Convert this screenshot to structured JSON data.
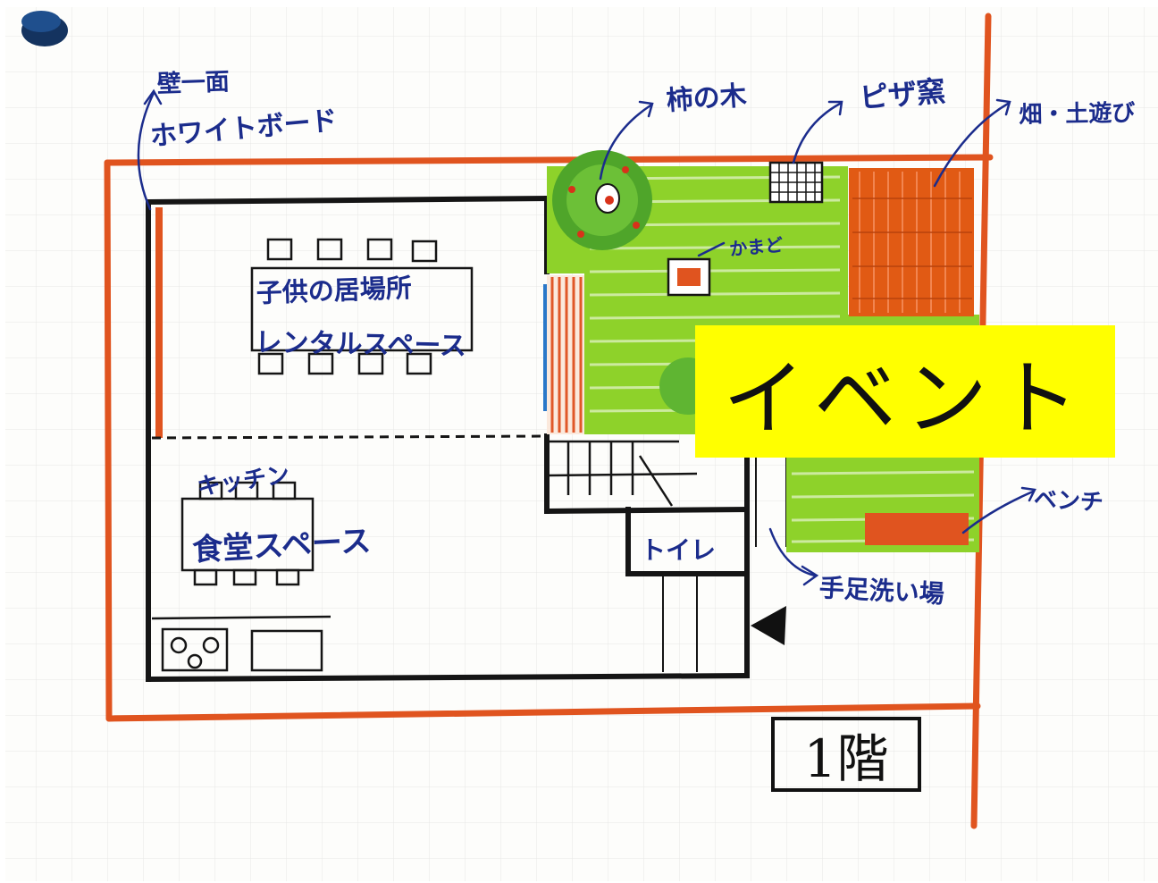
{
  "diagram": {
    "labels": {
      "wall": "壁一面",
      "whiteboard": "ホワイトボード",
      "persimmon_tree": "柿の木",
      "pizza_oven": "ピザ窯",
      "field_play": "畑・土遊び",
      "kamado": "かまど",
      "kids_space": "子供の居場所",
      "rental_space": "レンタルスペース",
      "kitchen": "キッチン",
      "dining_space": "食堂スペース",
      "toilet": "トイレ",
      "bench": "ベンチ",
      "foot_wash": "手足洗い場"
    },
    "event_banner": "イベント",
    "floor": "1階",
    "colors": {
      "paper": "#ffffff",
      "outline": "#e0541f",
      "walls": "#151515",
      "grass": "#84cc20",
      "field": "#e15a14",
      "ink": "#1b2c8c",
      "banner": "#ffff00"
    }
  }
}
